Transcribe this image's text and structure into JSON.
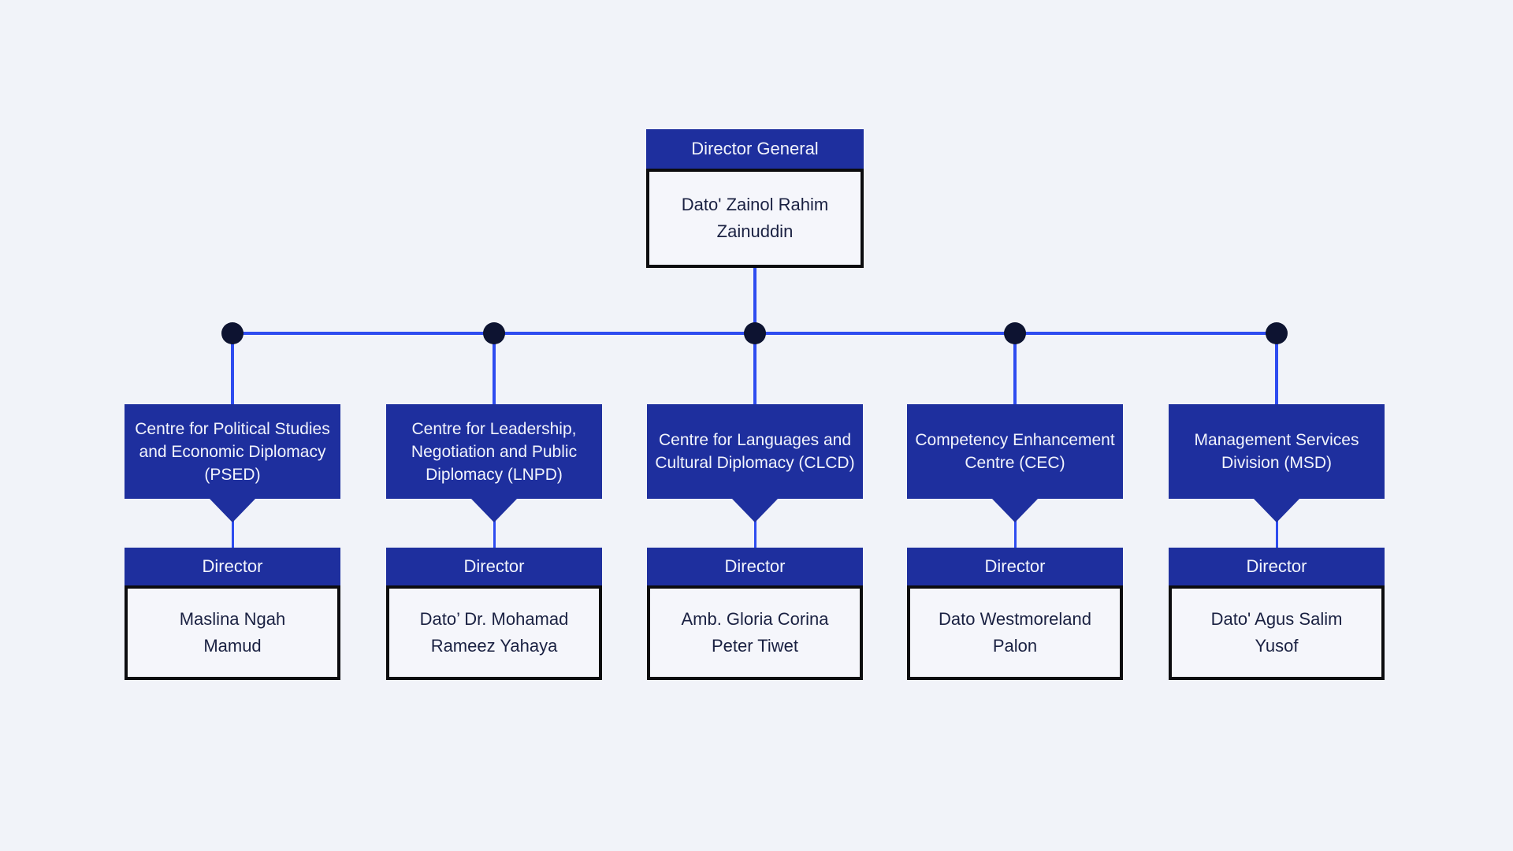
{
  "page": {
    "background_color": "#f1f3f9",
    "box_blue": "#1e2f9e",
    "connector_blue": "#2e4cf0",
    "dot_color": "#0d1331",
    "card_background": "#f5f6fb",
    "card_border": "#0c0c0f",
    "dark_text": "#1a2142",
    "light_text": "#f2f4fc"
  },
  "root": {
    "title": "Director General",
    "name": "Dato' Zainol Rahim\nZainuddin"
  },
  "branches": [
    {
      "department": "Centre for Political Studies\nand Economic Diplomacy\n(PSED)",
      "role": "Director",
      "name": "Maslina Ngah\nMamud"
    },
    {
      "department": "Centre for Leadership,\nNegotiation and Public\nDiplomacy (LNPD)",
      "role": "Director",
      "name": "Dato’ Dr. Mohamad\nRameez Yahaya"
    },
    {
      "department": "Centre for Languages and\nCultural Diplomacy (CLCD)",
      "role": "Director",
      "name": "Amb. Gloria Corina\nPeter Tiwet"
    },
    {
      "department": "Competency Enhancement\nCentre (CEC)",
      "role": "Director",
      "name": "Dato Westmoreland\nPalon"
    },
    {
      "department": "Management Services\nDivision (MSD)",
      "role": "Director",
      "name": "Dato' Agus Salim\nYusof"
    }
  ]
}
